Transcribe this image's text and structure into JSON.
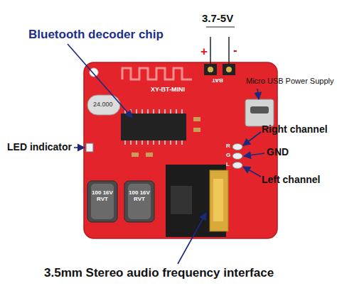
{
  "diagram": {
    "labels": [
      "Bluetooth decoder chip",
      "3.7-5V",
      "+",
      "-",
      "Micro USB Power Supply",
      "BAT",
      "XY-BT-MINI",
      "24.000",
      "LED indicator",
      "Right channel",
      "R",
      "G",
      "L",
      "GND",
      "Left channel",
      "100 16V RVT",
      "100 16V RVT",
      "3.5mm Stereo audio frequency interface"
    ]
  }
}
